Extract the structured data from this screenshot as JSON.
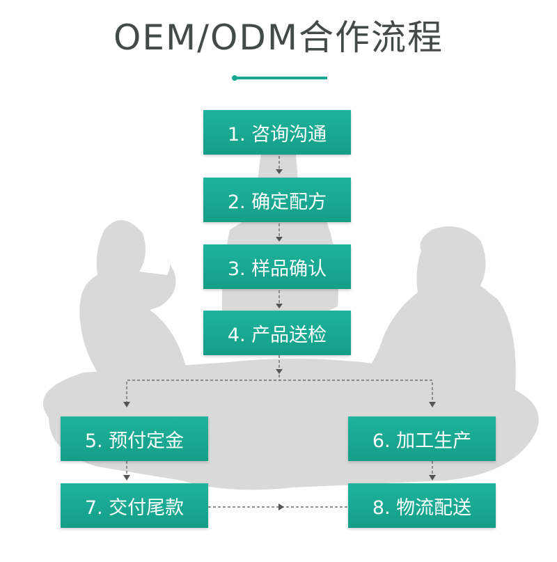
{
  "title": "OEM/ODM合作流程",
  "colors": {
    "accent": "#17a891",
    "box": "#17a891",
    "silhouette": "#d6d6d6",
    "connector": "#6b6b6b"
  },
  "steps": [
    {
      "label": "1. 咨询沟通"
    },
    {
      "label": "2. 确定配方"
    },
    {
      "label": "3. 样品确认"
    },
    {
      "label": "4. 产品送检"
    },
    {
      "label": "5. 预付定金"
    },
    {
      "label": "6. 加工生产"
    },
    {
      "label": "7. 交付尾款"
    },
    {
      "label": "8. 物流配送"
    }
  ]
}
